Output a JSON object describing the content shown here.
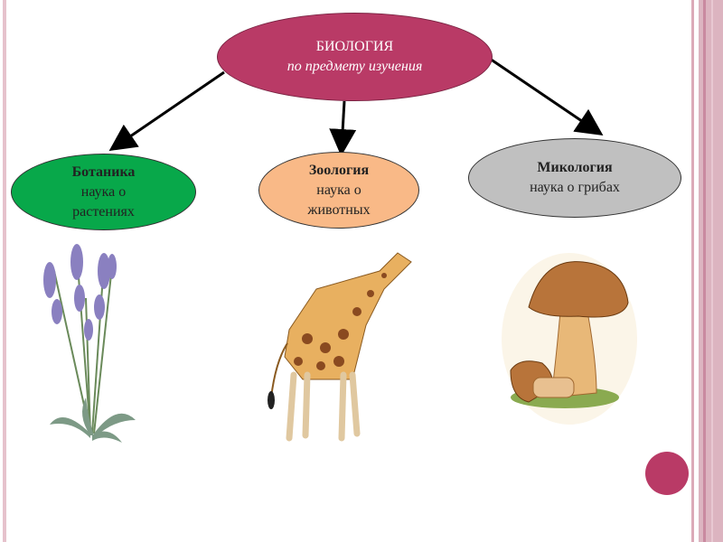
{
  "root": {
    "title": "БИОЛОГИЯ",
    "subtitle": "по предмету изучения"
  },
  "branches": [
    {
      "title": "Ботаника",
      "line1": "наука о",
      "line2": "растениях",
      "color": "#08a84a"
    },
    {
      "title": "Зоология",
      "line1": "наука о",
      "line2": "животных",
      "color": "#f9b987"
    },
    {
      "title": "Микология",
      "line1": "наука о грибах",
      "color": "#c0c0c0"
    }
  ],
  "images": [
    "lavender-plant",
    "giraffe",
    "mushroom"
  ],
  "accent": "#b93a66"
}
